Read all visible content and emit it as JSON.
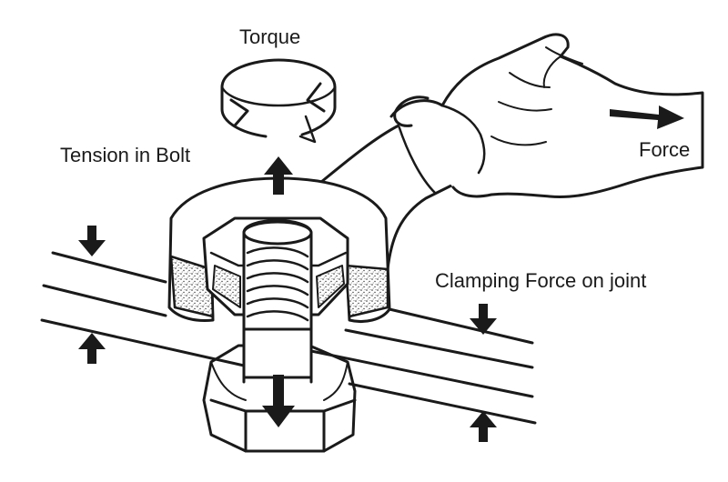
{
  "labels": {
    "torque": "Torque",
    "tension": "Tension in Bolt",
    "force": "Force",
    "clamping": "Clamping Force on joint"
  },
  "colors": {
    "ink": "#1a1a1a",
    "paper": "#ffffff"
  }
}
